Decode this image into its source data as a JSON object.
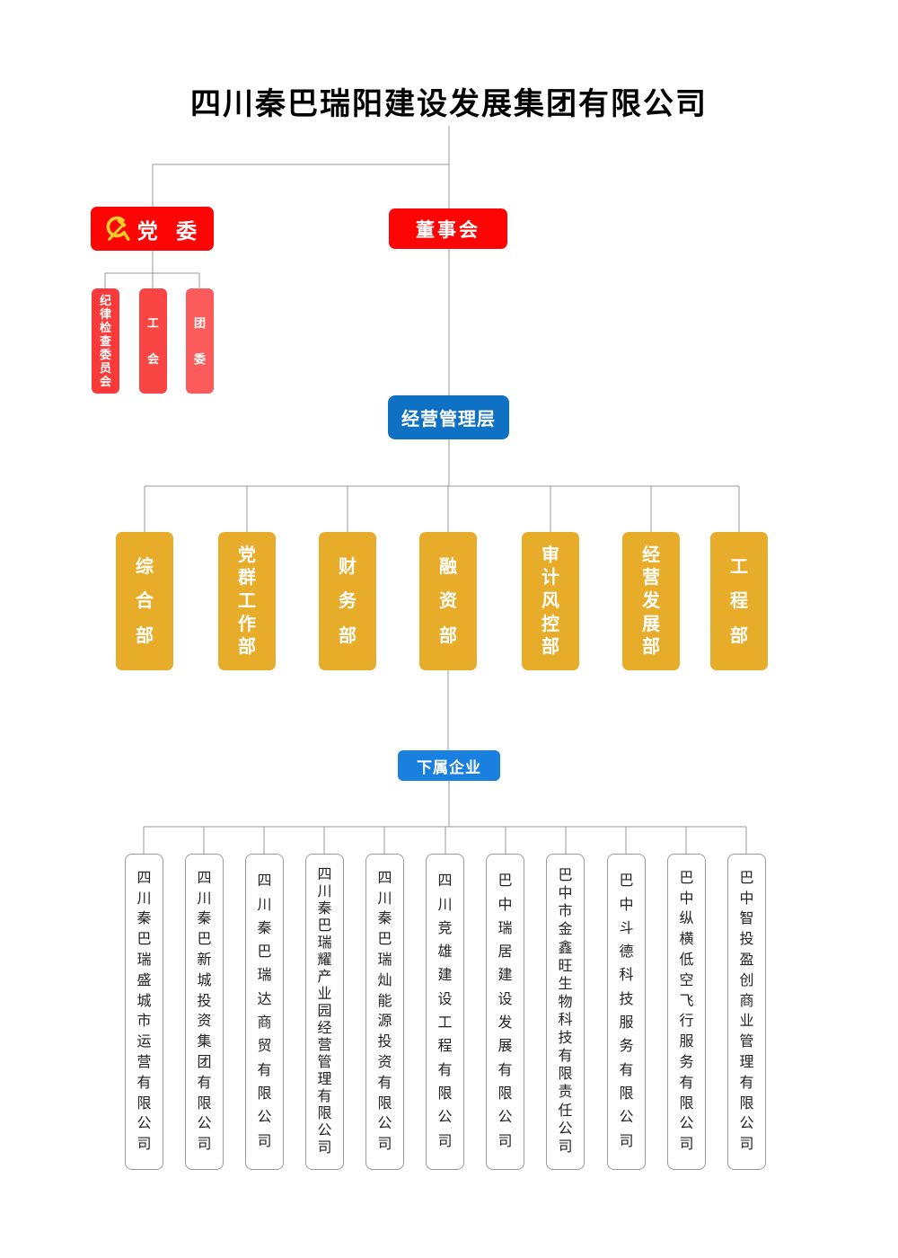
{
  "title": "四川秦巴瑞阳建设发展集团有限公司",
  "party_committee": {
    "label": "党 委",
    "emblem_icon": "hammer-sickle-emblem"
  },
  "party_sub_orgs": [
    {
      "label": "纪律检查委员会"
    },
    {
      "label": "工会"
    },
    {
      "label": "团委"
    }
  ],
  "board": {
    "label": "董事会"
  },
  "management_layer": {
    "label": "经营管理层"
  },
  "departments": [
    {
      "label": "综合部"
    },
    {
      "label": "党群工作部"
    },
    {
      "label": "财务部"
    },
    {
      "label": "融资部"
    },
    {
      "label": "审计风控部"
    },
    {
      "label": "经营发展部"
    },
    {
      "label": "工程部"
    }
  ],
  "subsidiaries_header": {
    "label": "下属企业"
  },
  "subsidiaries": [
    {
      "label": "四川秦巴瑞盛城市运营有限公司"
    },
    {
      "label": "四川秦巴新城投资集团有限公司"
    },
    {
      "label": "四川秦巴瑞达商贸有限公司"
    },
    {
      "label": "四川秦巴瑞耀产业园经营管理有限公司"
    },
    {
      "label": "四川秦巴瑞灿能源投资有限公司"
    },
    {
      "label": "四川竞雄建设工程有限公司"
    },
    {
      "label": "巴中瑞居建设发展有限公司"
    },
    {
      "label": "巴中市金鑫旺生物科技有限责任公司"
    },
    {
      "label": "巴中斗德科技服务有限公司"
    },
    {
      "label": "巴中纵横低空飞行服务有限公司"
    },
    {
      "label": "巴中智投盈创商业管理有限公司"
    }
  ],
  "colors": {
    "primary_red": "#fe0505",
    "sub_red_dark": "#f93a3a",
    "sub_red_mid": "#fa4545",
    "sub_red_light": "#fb5b5b",
    "management_blue": "#0f71c4",
    "subsidiaries_blue": "#1a80df",
    "department_gold": "#e6ac2a",
    "connector_gray": "#999999",
    "emblem_gold": "#ffce26"
  }
}
